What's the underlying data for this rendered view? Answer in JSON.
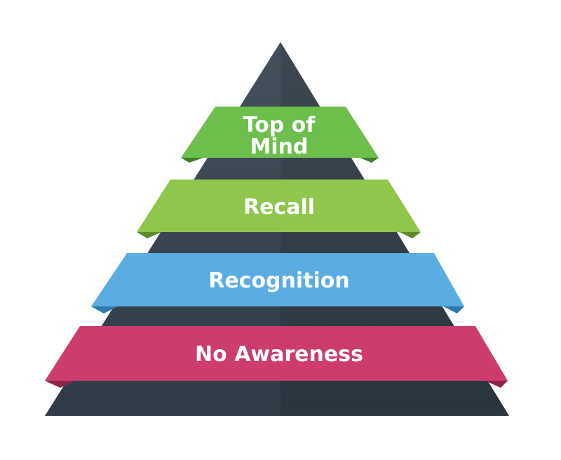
{
  "diagram": {
    "colors": {
      "body": "#3d4a56",
      "body_light": "#5a6671",
      "top_of_mind": "#6cbf4b",
      "top_of_mind_dark": "#4d9634",
      "recall": "#8fc64c",
      "recall_dark": "#6c9b33",
      "recognition": "#5aace3",
      "recognition_dark": "#3d88bd",
      "no_awareness": "#cc3c6c",
      "no_awareness_dark": "#a02a52"
    },
    "levels": [
      {
        "label_line1": "Top of",
        "label_line2": "Mind"
      },
      {
        "label": "Recall"
      },
      {
        "label": "Recognition"
      },
      {
        "label": "No Awareness"
      }
    ]
  }
}
